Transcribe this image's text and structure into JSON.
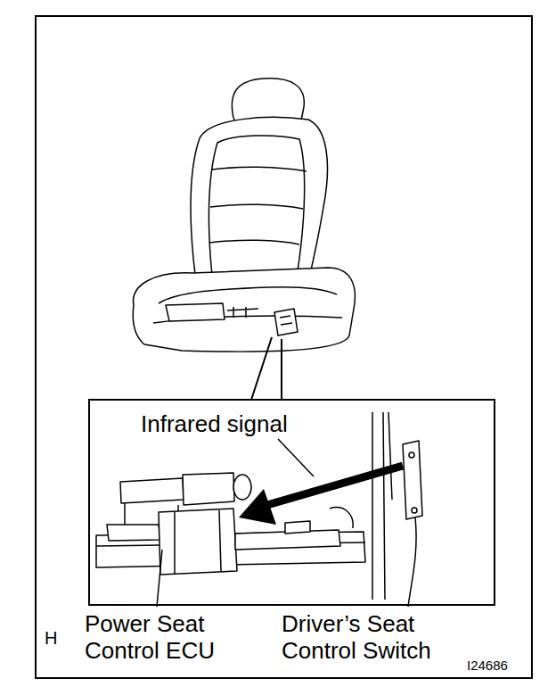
{
  "diagram": {
    "labels": [
      "Infrared signal",
      "H",
      "Power Seat Control ECU",
      "Driver’s Seat Control Switch",
      "I24686"
    ]
  }
}
